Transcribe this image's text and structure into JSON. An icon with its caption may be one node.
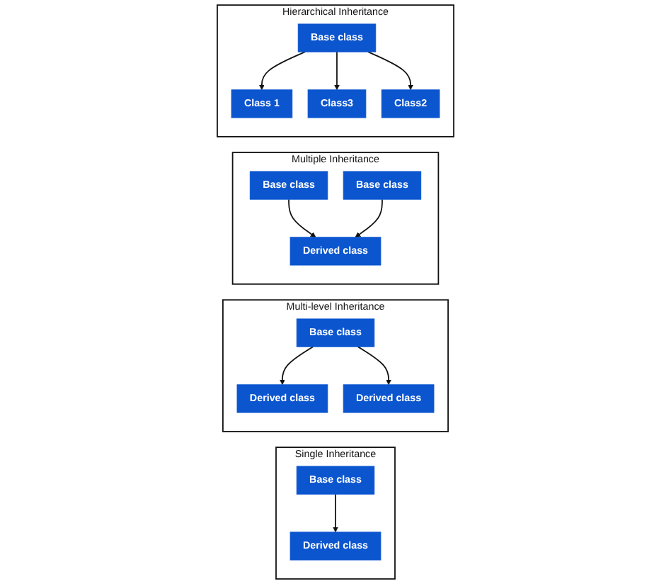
{
  "diagram": {
    "nodes": [
      {
        "text": [
          "Single Inheritance"
        ]
      },
      {
        "text": [
          "Base class"
        ],
        "in": 0
      },
      {
        "text": [
          "Derived class"
        ],
        "in": 0
      },
      {
        "text": [
          "Multi-level Inheritance"
        ]
      },
      {
        "text": [
          "Base class"
        ],
        "in": 3
      },
      {
        "text": [
          "Derived class"
        ],
        "in": 3
      },
      {
        "text": [
          "Derived class"
        ],
        "in": 3
      },
      {
        "text": [
          "Multiple Inheritance"
        ]
      },
      {
        "text": [
          "Base class"
        ],
        "in": 7
      },
      {
        "text": [
          "Base class"
        ],
        "in": 7
      },
      {
        "text": [
          "Derived class"
        ],
        "in": 7
      },
      {
        "text": [
          "Hierarchical Inheritance"
        ]
      },
      {
        "text": [
          "Base class"
        ],
        "in": 11
      },
      {
        "text": [
          "Class 1"
        ],
        "in": 11
      },
      {
        "text": [
          "Class3"
        ],
        "in": 11
      },
      {
        "text": [
          "Class2"
        ],
        "in": 11
      }
    ],
    "edges": [
      {
        "from": 1,
        "to": 2,
        "arrow": "to"
      },
      {
        "from": 4,
        "to": 5,
        "arrow": "to"
      },
      {
        "from": 4,
        "to": 6,
        "arrow": "to"
      },
      {
        "from": 8,
        "to": 10,
        "arrow": "to"
      },
      {
        "from": 9,
        "to": 10,
        "arrow": "to"
      },
      {
        "from": 12,
        "to": 13,
        "arrow": "to"
      },
      {
        "from": 12,
        "to": 14,
        "arrow": "to"
      },
      {
        "from": 12,
        "to": 15,
        "arrow": "to"
      }
    ]
  }
}
